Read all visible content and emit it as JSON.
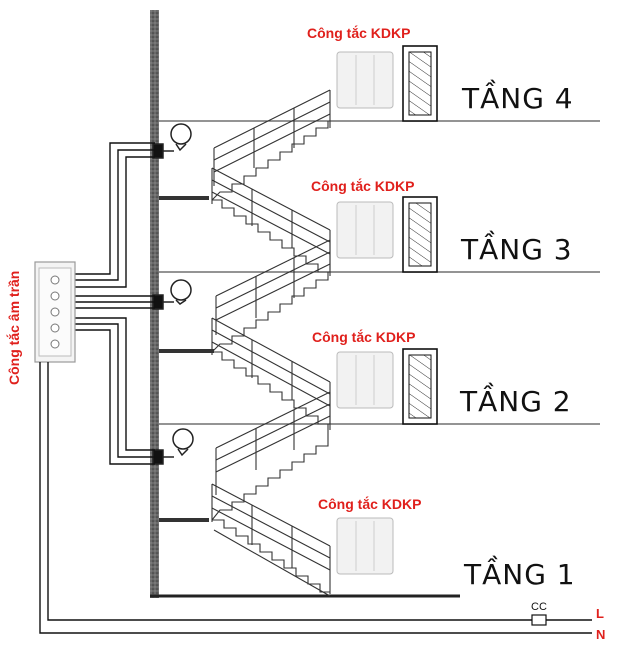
{
  "ceiling_switch_label": "Công tắc âm trần",
  "floors": [
    {
      "name": "TẦNG 4",
      "switch_label": "Công tắc KDKP"
    },
    {
      "name": "TẦNG 3",
      "switch_label": "Công tắc KDKP"
    },
    {
      "name": "TẦNG 2",
      "switch_label": "Công tắc KDKP"
    },
    {
      "name": "TẦNG 1",
      "switch_label": "Công tắc KDKP"
    }
  ],
  "power": {
    "live_label": "L",
    "neutral_label": "N",
    "breaker_label": "CC"
  },
  "colors": {
    "accent": "#e0201c",
    "line": "#111111",
    "wall": "#555555"
  }
}
